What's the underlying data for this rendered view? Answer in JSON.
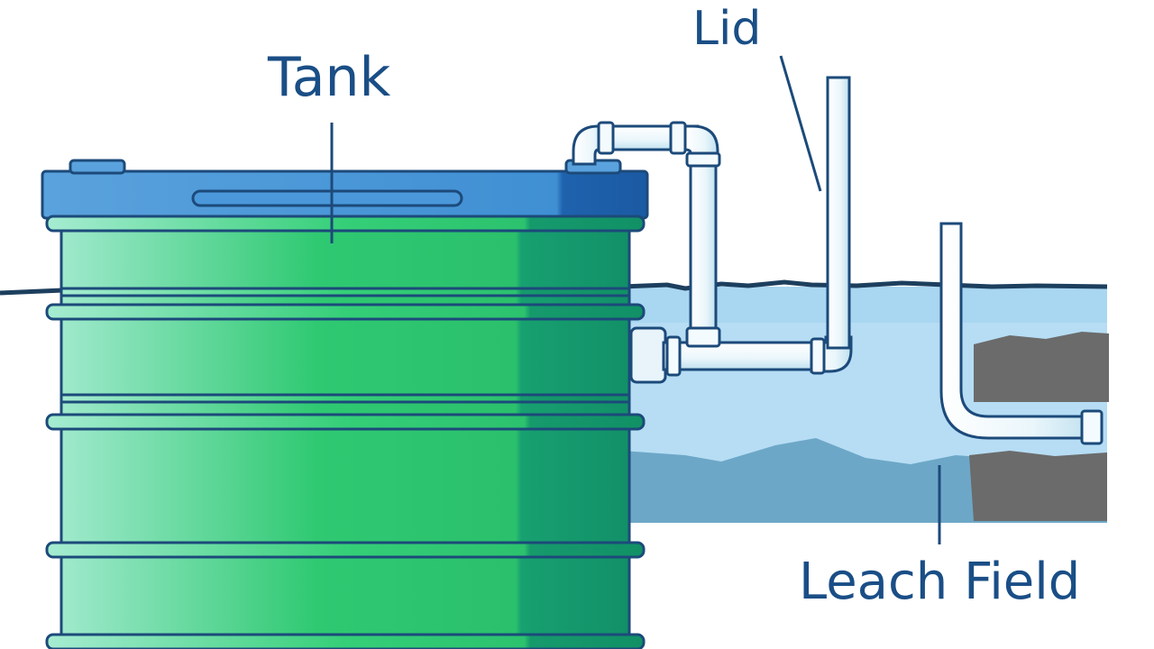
{
  "labels": {
    "tank": "Tank",
    "lid": "Lid",
    "leach_field": "Leach Field"
  },
  "colors": {
    "label_text": "#1a4e86",
    "outline": "#1c4a7a",
    "tank_green_light": "#8fe6c2",
    "tank_green_mid": "#2ec874",
    "tank_green_dark": "#14946a",
    "tank_top": "#4a93d4",
    "tank_top_dark": "#1d5fa8",
    "water_light": "#b8def5",
    "water_mid": "#8cc8ec",
    "ground_band": "#6aa5c6",
    "soil": "#6f6f6f",
    "pipe": "#eef7fb",
    "ground_line": "#1d3f5e"
  }
}
